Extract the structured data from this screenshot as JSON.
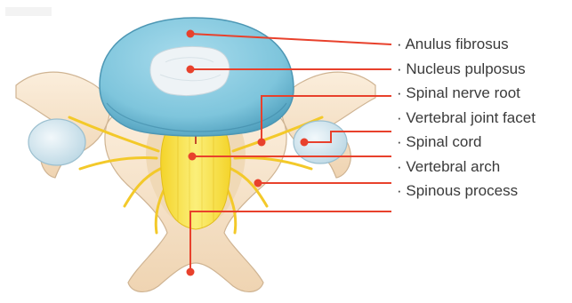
{
  "labels": [
    {
      "text": "· Anulus fibrosus"
    },
    {
      "text": "· Nucleus pulposus"
    },
    {
      "text": "· Spinal nerve root"
    },
    {
      "text": "· Vertebral joint facet"
    },
    {
      "text": "· Spinal cord"
    },
    {
      "text": "· Vertebral arch"
    },
    {
      "text": "· Spinous process"
    }
  ],
  "colors": {
    "leader_line": "#e8412c",
    "bone": "#f6e2c8",
    "bone_outline": "#cfb493",
    "disc_anulus": "#7ec5dc",
    "disc_nucleus": "#f2f4f6",
    "spinal_cord": "#f7e44a",
    "nerve": "#f3d13a",
    "joint_facet": "#cfe4ee"
  }
}
